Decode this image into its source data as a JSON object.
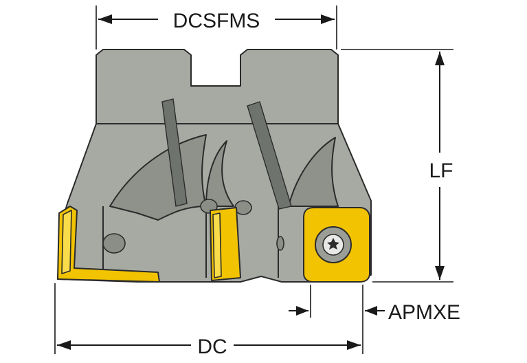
{
  "diagram": {
    "dimensions": {
      "dcsfms": "DCSFMS",
      "lf": "LF",
      "apmxe": "APMXE",
      "dc": "DC"
    },
    "colors": {
      "body": "#a6aaa3",
      "insert": "#f2c300",
      "line": "#1a1a1a"
    }
  }
}
